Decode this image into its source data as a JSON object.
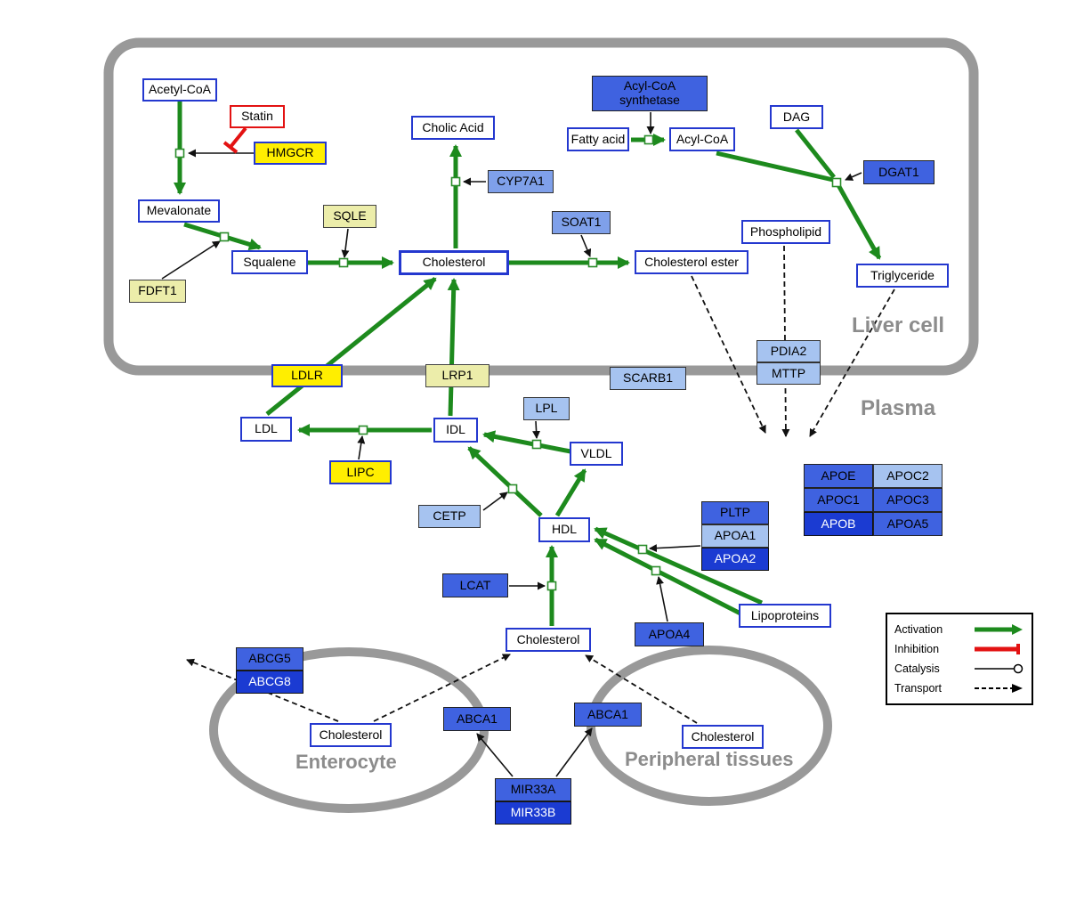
{
  "regions": {
    "liver": "Liver cell",
    "plasma": "Plasma",
    "enterocyte": "Enterocyte",
    "peripheral": "Peripheral tissues"
  },
  "legend": {
    "activation": "Activation",
    "inhibition": "Inhibition",
    "catalysis": "Catalysis",
    "transport": "Transport"
  },
  "colors": {
    "activation_green": "#1d8a1d",
    "inhibition_red": "#e31212",
    "membrane_gray": "#999999",
    "metabolite_border_blue": "#2438cf",
    "enzyme_yellow": "#ffee00",
    "enzyme_pale_yellow": "#ecedaa",
    "protein_blue_pale": "#a6c3f0",
    "protein_blue_light": "#7fa0ea",
    "protein_blue_medium": "#3f62e0",
    "protein_blue_dark": "#1b3bd2"
  },
  "nodes": {
    "acetyl_coa": "Acetyl-CoA",
    "statin": "Statin",
    "hmgcr": "HMGCR",
    "mevalonate": "Mevalonate",
    "sqle": "SQLE",
    "fdft1": "FDFT1",
    "squalene": "Squalene",
    "cholic_acid": "Cholic Acid",
    "cyp7a1": "CYP7A1",
    "cholesterol_liver": "Cholesterol",
    "soat1": "SOAT1",
    "cholesterol_ester": "Cholesterol ester",
    "acyl_coa_synthetase": "Acyl-CoA synthetase",
    "fatty_acid": "Fatty acid",
    "acyl_coa": "Acyl-CoA",
    "dag": "DAG",
    "dgat1": "DGAT1",
    "phospholipid": "Phospholipid",
    "triglyceride": "Triglyceride",
    "ldlr": "LDLR",
    "lrp1": "LRP1",
    "scarb1": "SCARB1",
    "pdia2": "PDIA2",
    "mttp": "MTTP",
    "ldl": "LDL",
    "idl": "IDL",
    "lpl": "LPL",
    "vldl": "VLDL",
    "lipc": "LIPC",
    "cetp": "CETP",
    "hdl": "HDL",
    "lcat": "LCAT",
    "pltp": "PLTP",
    "apoa1": "APOA1",
    "apoa2": "APOA2",
    "apoa4": "APOA4",
    "lipoproteins": "Lipoproteins",
    "apoe": "APOE",
    "apoc2": "APOC2",
    "apoc1": "APOC1",
    "apoc3": "APOC3",
    "apob": "APOB",
    "apoa5": "APOA5",
    "cholesterol_plasma": "Cholesterol",
    "abcg5": "ABCG5",
    "abcg8": "ABCG8",
    "cholesterol_enterocyte": "Cholesterol",
    "abca1_enterocyte": "ABCA1",
    "abca1_peripheral": "ABCA1",
    "cholesterol_peripheral": "Cholesterol",
    "mir33a": "MIR33A",
    "mir33b": "MIR33B"
  }
}
